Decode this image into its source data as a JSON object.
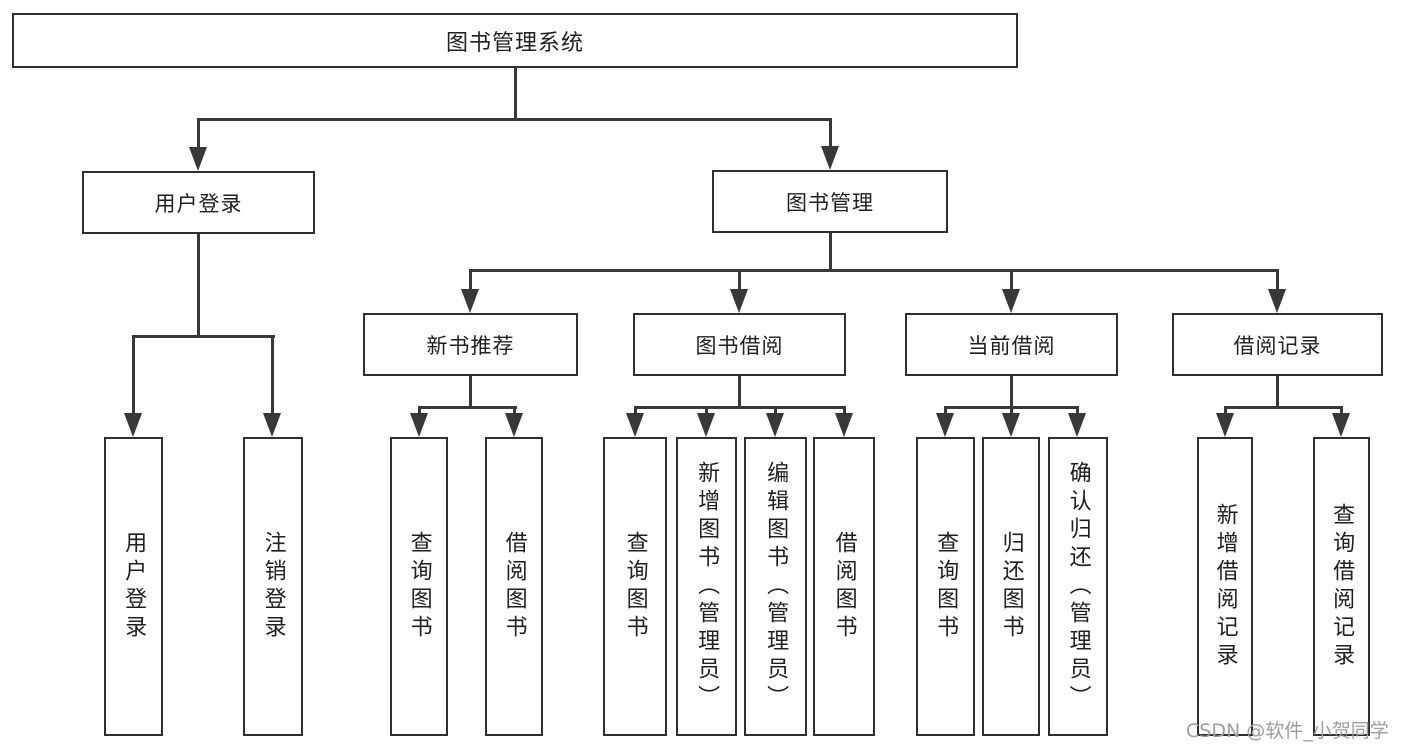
{
  "diagram": {
    "root": {
      "label": "图书管理系统"
    },
    "branches": [
      {
        "label": "用户登录",
        "leaves": [
          {
            "label": "用户登录"
          },
          {
            "label": "注销登录"
          }
        ]
      },
      {
        "label": "图书管理",
        "children": [
          {
            "label": "新书推荐",
            "leaves": [
              {
                "label": "查询图书"
              },
              {
                "label": "借阅图书"
              }
            ]
          },
          {
            "label": "图书借阅",
            "leaves": [
              {
                "label": "查询图书"
              },
              {
                "label": "新增图书（管理员）"
              },
              {
                "label": "编辑图书（管理员）"
              },
              {
                "label": "借阅图书"
              }
            ]
          },
          {
            "label": "当前借阅",
            "leaves": [
              {
                "label": "查询图书"
              },
              {
                "label": "归还图书"
              },
              {
                "label": "确认归还（管理员）"
              }
            ]
          },
          {
            "label": "借阅记录",
            "leaves": [
              {
                "label": "新增借阅记录"
              },
              {
                "label": "查询借阅记录"
              }
            ]
          }
        ]
      }
    ]
  },
  "watermark": {
    "text": "CSDN @软件_小贺同学"
  },
  "colors": {
    "line": "#383838",
    "box_border": "#2f2f2f",
    "text": "#1f1f1f",
    "watermark": "#9e9e9e",
    "background": "#ffffff"
  }
}
